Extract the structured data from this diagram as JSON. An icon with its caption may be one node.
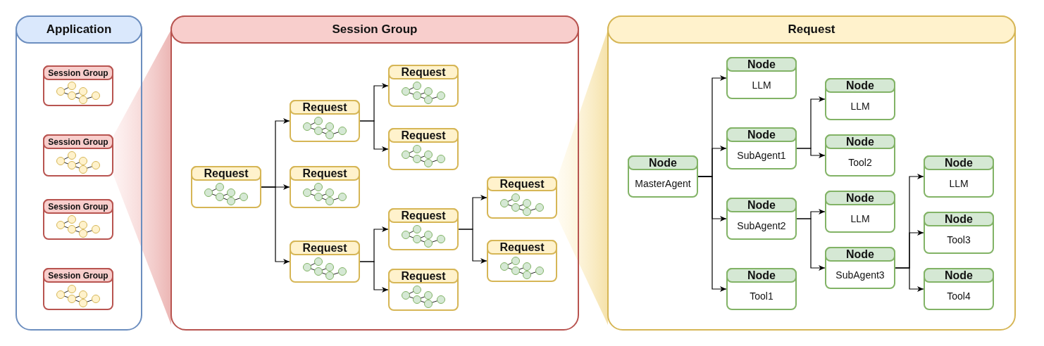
{
  "diagram": {
    "nodes": [
      {
        "text": [
          "Application"
        ]
      },
      {
        "text": [
          "Session Group"
        ],
        "in": 0
      },
      {
        "text": [
          "Session Group"
        ],
        "in": 0
      },
      {
        "text": [
          "Session Group"
        ],
        "in": 0
      },
      {
        "text": [
          "Session Group"
        ],
        "in": 0
      },
      {
        "text": [
          "Session Group"
        ]
      },
      {
        "text": [
          "Request"
        ],
        "in": 5
      },
      {
        "text": [
          "Request"
        ],
        "in": 5
      },
      {
        "text": [
          "Request"
        ],
        "in": 5
      },
      {
        "text": [
          "Request"
        ],
        "in": 5
      },
      {
        "text": [
          "Request"
        ],
        "in": 5
      },
      {
        "text": [
          "Request"
        ],
        "in": 5
      },
      {
        "text": [
          "Request"
        ],
        "in": 5
      },
      {
        "text": [
          "Request"
        ],
        "in": 5
      },
      {
        "text": [
          "Request"
        ],
        "in": 5
      },
      {
        "text": [
          "Request"
        ],
        "in": 5
      },
      {
        "text": [
          "Request"
        ]
      },
      {
        "text": [
          "Node",
          "MasterAgent"
        ],
        "in": 16
      },
      {
        "text": [
          "Node",
          "LLM"
        ],
        "in": 16
      },
      {
        "text": [
          "Node",
          "SubAgent1"
        ],
        "in": 16
      },
      {
        "text": [
          "Node",
          "SubAgent2"
        ],
        "in": 16
      },
      {
        "text": [
          "Node",
          "Tool1"
        ],
        "in": 16
      },
      {
        "text": [
          "Node",
          "LLM"
        ],
        "in": 16
      },
      {
        "text": [
          "Node",
          "Tool2"
        ],
        "in": 16
      },
      {
        "text": [
          "Node",
          "LLM"
        ],
        "in": 16
      },
      {
        "text": [
          "Node",
          "SubAgent3"
        ],
        "in": 16
      },
      {
        "text": [
          "Node",
          "LLM"
        ],
        "in": 16
      },
      {
        "text": [
          "Node",
          "Tool3"
        ],
        "in": 16
      },
      {
        "text": [
          "Node",
          "Tool4"
        ],
        "in": 16
      }
    ],
    "edges": [
      {
        "from": 6,
        "to": 7,
        "arrow": "to"
      },
      {
        "from": 6,
        "to": 8,
        "arrow": "to"
      },
      {
        "from": 6,
        "to": 9,
        "arrow": "to"
      },
      {
        "from": 7,
        "to": 10,
        "arrow": "to"
      },
      {
        "from": 7,
        "to": 11,
        "arrow": "to"
      },
      {
        "from": 9,
        "to": 12,
        "arrow": "to"
      },
      {
        "from": 9,
        "to": 13,
        "arrow": "to"
      },
      {
        "from": 12,
        "to": 14,
        "arrow": "to"
      },
      {
        "from": 12,
        "to": 15,
        "arrow": "to"
      },
      {
        "from": 17,
        "to": 18,
        "arrow": "to"
      },
      {
        "from": 17,
        "to": 19,
        "arrow": "to"
      },
      {
        "from": 17,
        "to": 20,
        "arrow": "to"
      },
      {
        "from": 17,
        "to": 21,
        "arrow": "to"
      },
      {
        "from": 19,
        "to": 22,
        "arrow": "to"
      },
      {
        "from": 19,
        "to": 23,
        "arrow": "to"
      },
      {
        "from": 20,
        "to": 24,
        "arrow": "to"
      },
      {
        "from": 20,
        "to": 25,
        "arrow": "to"
      },
      {
        "from": 25,
        "to": 26,
        "arrow": "to"
      },
      {
        "from": 25,
        "to": 27,
        "arrow": "to"
      },
      {
        "from": 25,
        "to": 28,
        "arrow": "to"
      }
    ]
  }
}
